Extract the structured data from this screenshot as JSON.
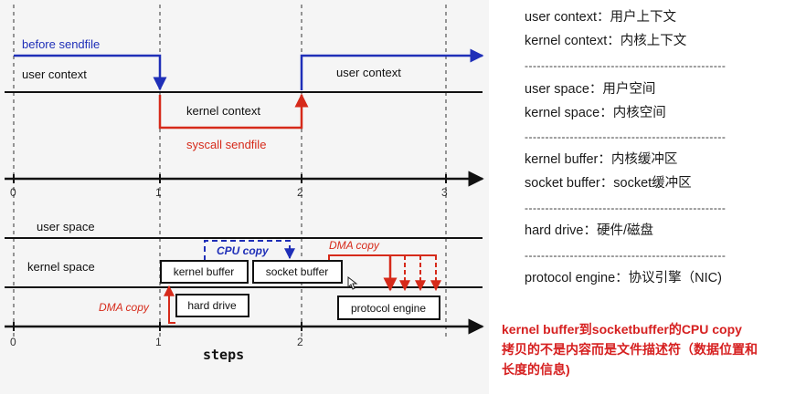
{
  "diagram": {
    "labels": {
      "before_sendfile": "before sendfile",
      "user_context_left": "user context",
      "user_context_right": "user context",
      "kernel_context": "kernel context",
      "syscall_sendfile": "syscall sendfile",
      "user_space": "user space",
      "kernel_space": "kernel space",
      "cpu_copy": "CPU copy",
      "dma_copy_right": "DMA copy",
      "dma_copy_left": "DMA copy",
      "steps": "steps"
    },
    "boxes": {
      "kernel_buffer": "kernel buffer",
      "socket_buffer": "socket buffer",
      "hard_drive": "hard drive",
      "protocol_engine": "protocol engine"
    },
    "axis_ticks_top": [
      "0",
      "1",
      "2",
      "3"
    ],
    "axis_ticks_bottom": [
      "0",
      "1",
      "2"
    ],
    "colors": {
      "blue": "#1f2fb8",
      "red": "#d62a1a",
      "line": "#111111"
    }
  },
  "glossary": {
    "user_context": "user context：用户上下文",
    "kernel_context": "kernel context：内核上下文",
    "user_space": "user space：用户空间",
    "kernel_space": "kernel space：内核空间",
    "kernel_buffer": "kernel buffer：内核缓冲区",
    "socket_buffer": "socket buffer：socket缓冲区",
    "hard_drive": "hard drive：硬件/磁盘",
    "protocol_engine": "protocol engine：协议引擎（NIC)",
    "separator": "-------------------------------------------------"
  },
  "note": {
    "line1": "kernel buffer到socketbuffer的CPU copy",
    "line2": "拷贝的不是内容而是文件描述符（数据位置和",
    "line3": "长度的信息)"
  }
}
